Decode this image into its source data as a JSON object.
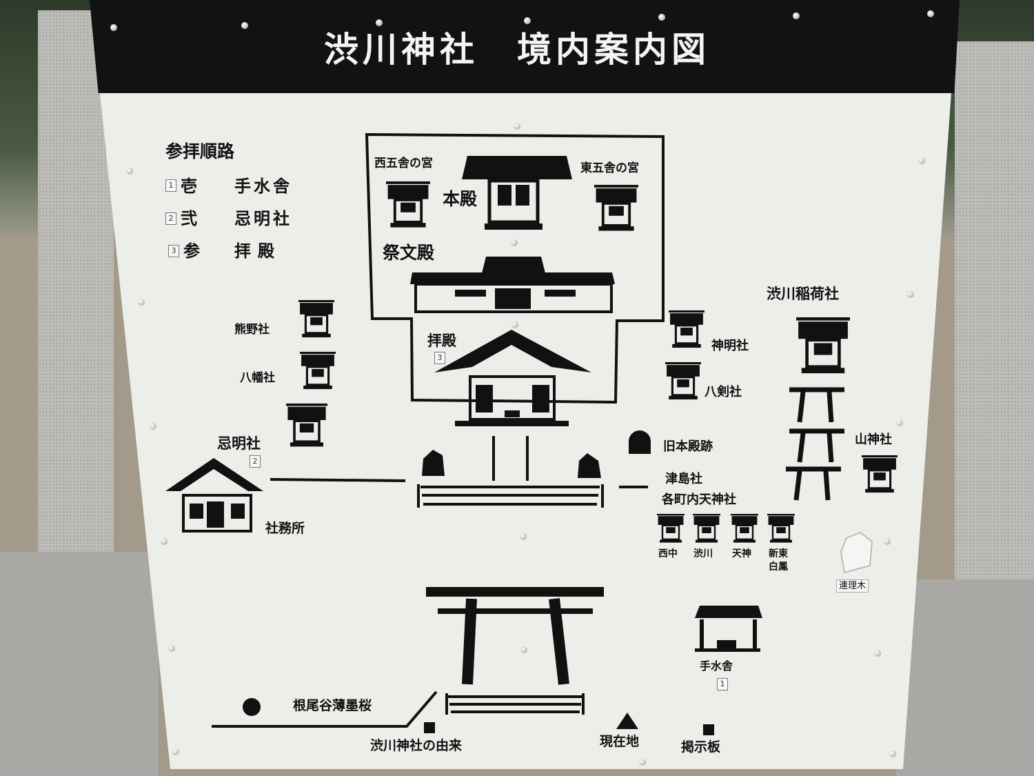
{
  "sign_title": "渋川神社　境内案内図",
  "route": {
    "heading": "参拝順路",
    "steps": [
      {
        "num": "1",
        "order": "壱",
        "place": "手水舎"
      },
      {
        "num": "2",
        "order": "弐",
        "place": "忌明社"
      },
      {
        "num": "3",
        "order": "参",
        "place": "拝殿"
      }
    ]
  },
  "labels": {
    "west_five": "西五舎の宮",
    "east_five": "東五舎の宮",
    "honden": "本殿",
    "saibunden": "祭文殿",
    "haiden": "拝殿",
    "haiden_num": "3",
    "kumano": "熊野社",
    "hachiman": "八幡社",
    "kimyo": "忌明社",
    "kimyo_num": "2",
    "shamusho": "社務所",
    "shinmei": "神明社",
    "hachiken": "八剣社",
    "inari": "渋川稲荷社",
    "yamagami": "山神社",
    "old_honden": "旧本殿跡",
    "tsushima": "津島社",
    "tenjin_group": "各町内天神社",
    "tenjin_1": "西中",
    "tenjin_2": "渋川",
    "tenjin_3": "天神",
    "tenjin_4a": "新東",
    "tenjin_4b": "白鳳",
    "renriboku": "連理木",
    "chozuya": "手水舎",
    "chozuya_num": "1",
    "sakura": "根尾谷薄墨桜",
    "history": "渋川神社の由来",
    "current": "現在地",
    "board": "掲示板"
  }
}
